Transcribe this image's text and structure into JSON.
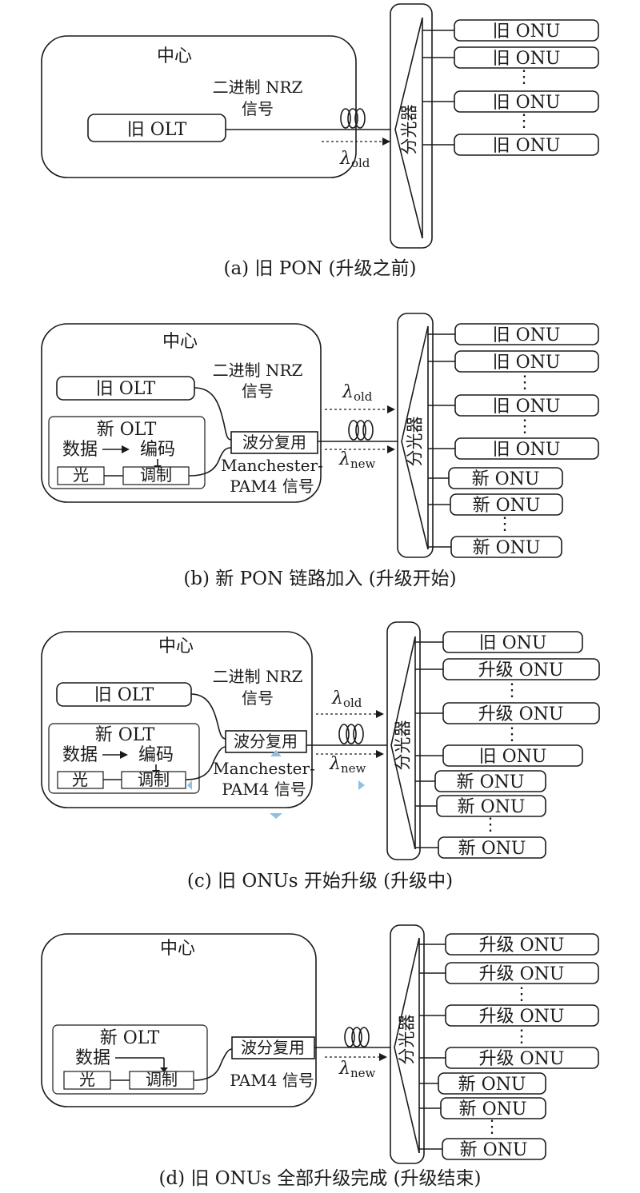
{
  "labels": {
    "center": "中心",
    "old_olt": "旧 OLT",
    "new_olt": "新 OLT",
    "nrz_line1": "二进制 NRZ",
    "nrz_line2": "信号",
    "wdm": "波分复用",
    "manchester_line1": "Manchester-",
    "manchester_line2": "PAM4 信号",
    "pam4": "PAM4 信号",
    "data": "数据",
    "encode": "编码",
    "light": "光",
    "modulate": "调制",
    "splitter": "分光器",
    "old_onu": "旧 ONU",
    "new_onu": "新 ONU",
    "upgraded_onu": "升级 ONU",
    "lambda": "λ",
    "old_sub": "old",
    "new_sub": "new"
  },
  "captions": {
    "a": "(a) 旧 PON (升级之前)",
    "b": "(b) 新 PON 链路加入 (升级开始)",
    "c": "(c) 旧 ONUs 开始升级 (升级中)",
    "d": "(d) 旧 ONUs 全部升级完成 (升级结束)"
  },
  "colors": {
    "ink": "#1a1a1a",
    "accent": "#8fc1df"
  }
}
